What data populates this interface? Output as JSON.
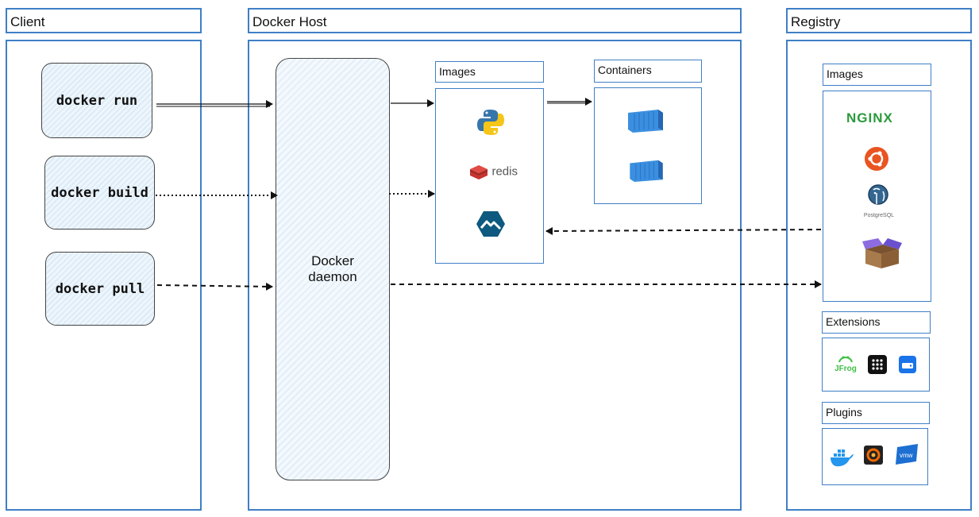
{
  "client": {
    "title": "Client",
    "commands": [
      "docker run",
      "docker build",
      "docker pull"
    ]
  },
  "host": {
    "title": "Docker Host",
    "daemon_line1": "Docker",
    "daemon_line2": "daemon",
    "images_label": "Images",
    "containers_label": "Containers",
    "images": [
      "python-icon",
      "redis-icon",
      "alpine-icon"
    ],
    "redis_text": "redis",
    "containers": [
      "container-icon",
      "container-icon"
    ]
  },
  "registry": {
    "title": "Registry",
    "images_label": "Images",
    "images": [
      "nginx-logo",
      "ubuntu-icon",
      "postgresql-icon",
      "box-icon"
    ],
    "nginx_text": "NGINX",
    "postgres_text": "PostgreSQL",
    "extensions_label": "Extensions",
    "extensions": [
      "jfrog-icon",
      "grid-app-icon",
      "drive-icon"
    ],
    "jfrog_text": "JFrog",
    "plugins_label": "Plugins",
    "plugins": [
      "docker-whale-icon",
      "grafana-icon",
      "vmware-icon"
    ],
    "vmware_text": "vmw"
  },
  "colors": {
    "border": "#3f7fc6",
    "container_blue": "#3b8fe0",
    "nginx_green": "#2a9a3c",
    "redis_red": "#d3302f",
    "ubuntu_orange": "#e95420",
    "alpine_navy": "#0d597f"
  }
}
